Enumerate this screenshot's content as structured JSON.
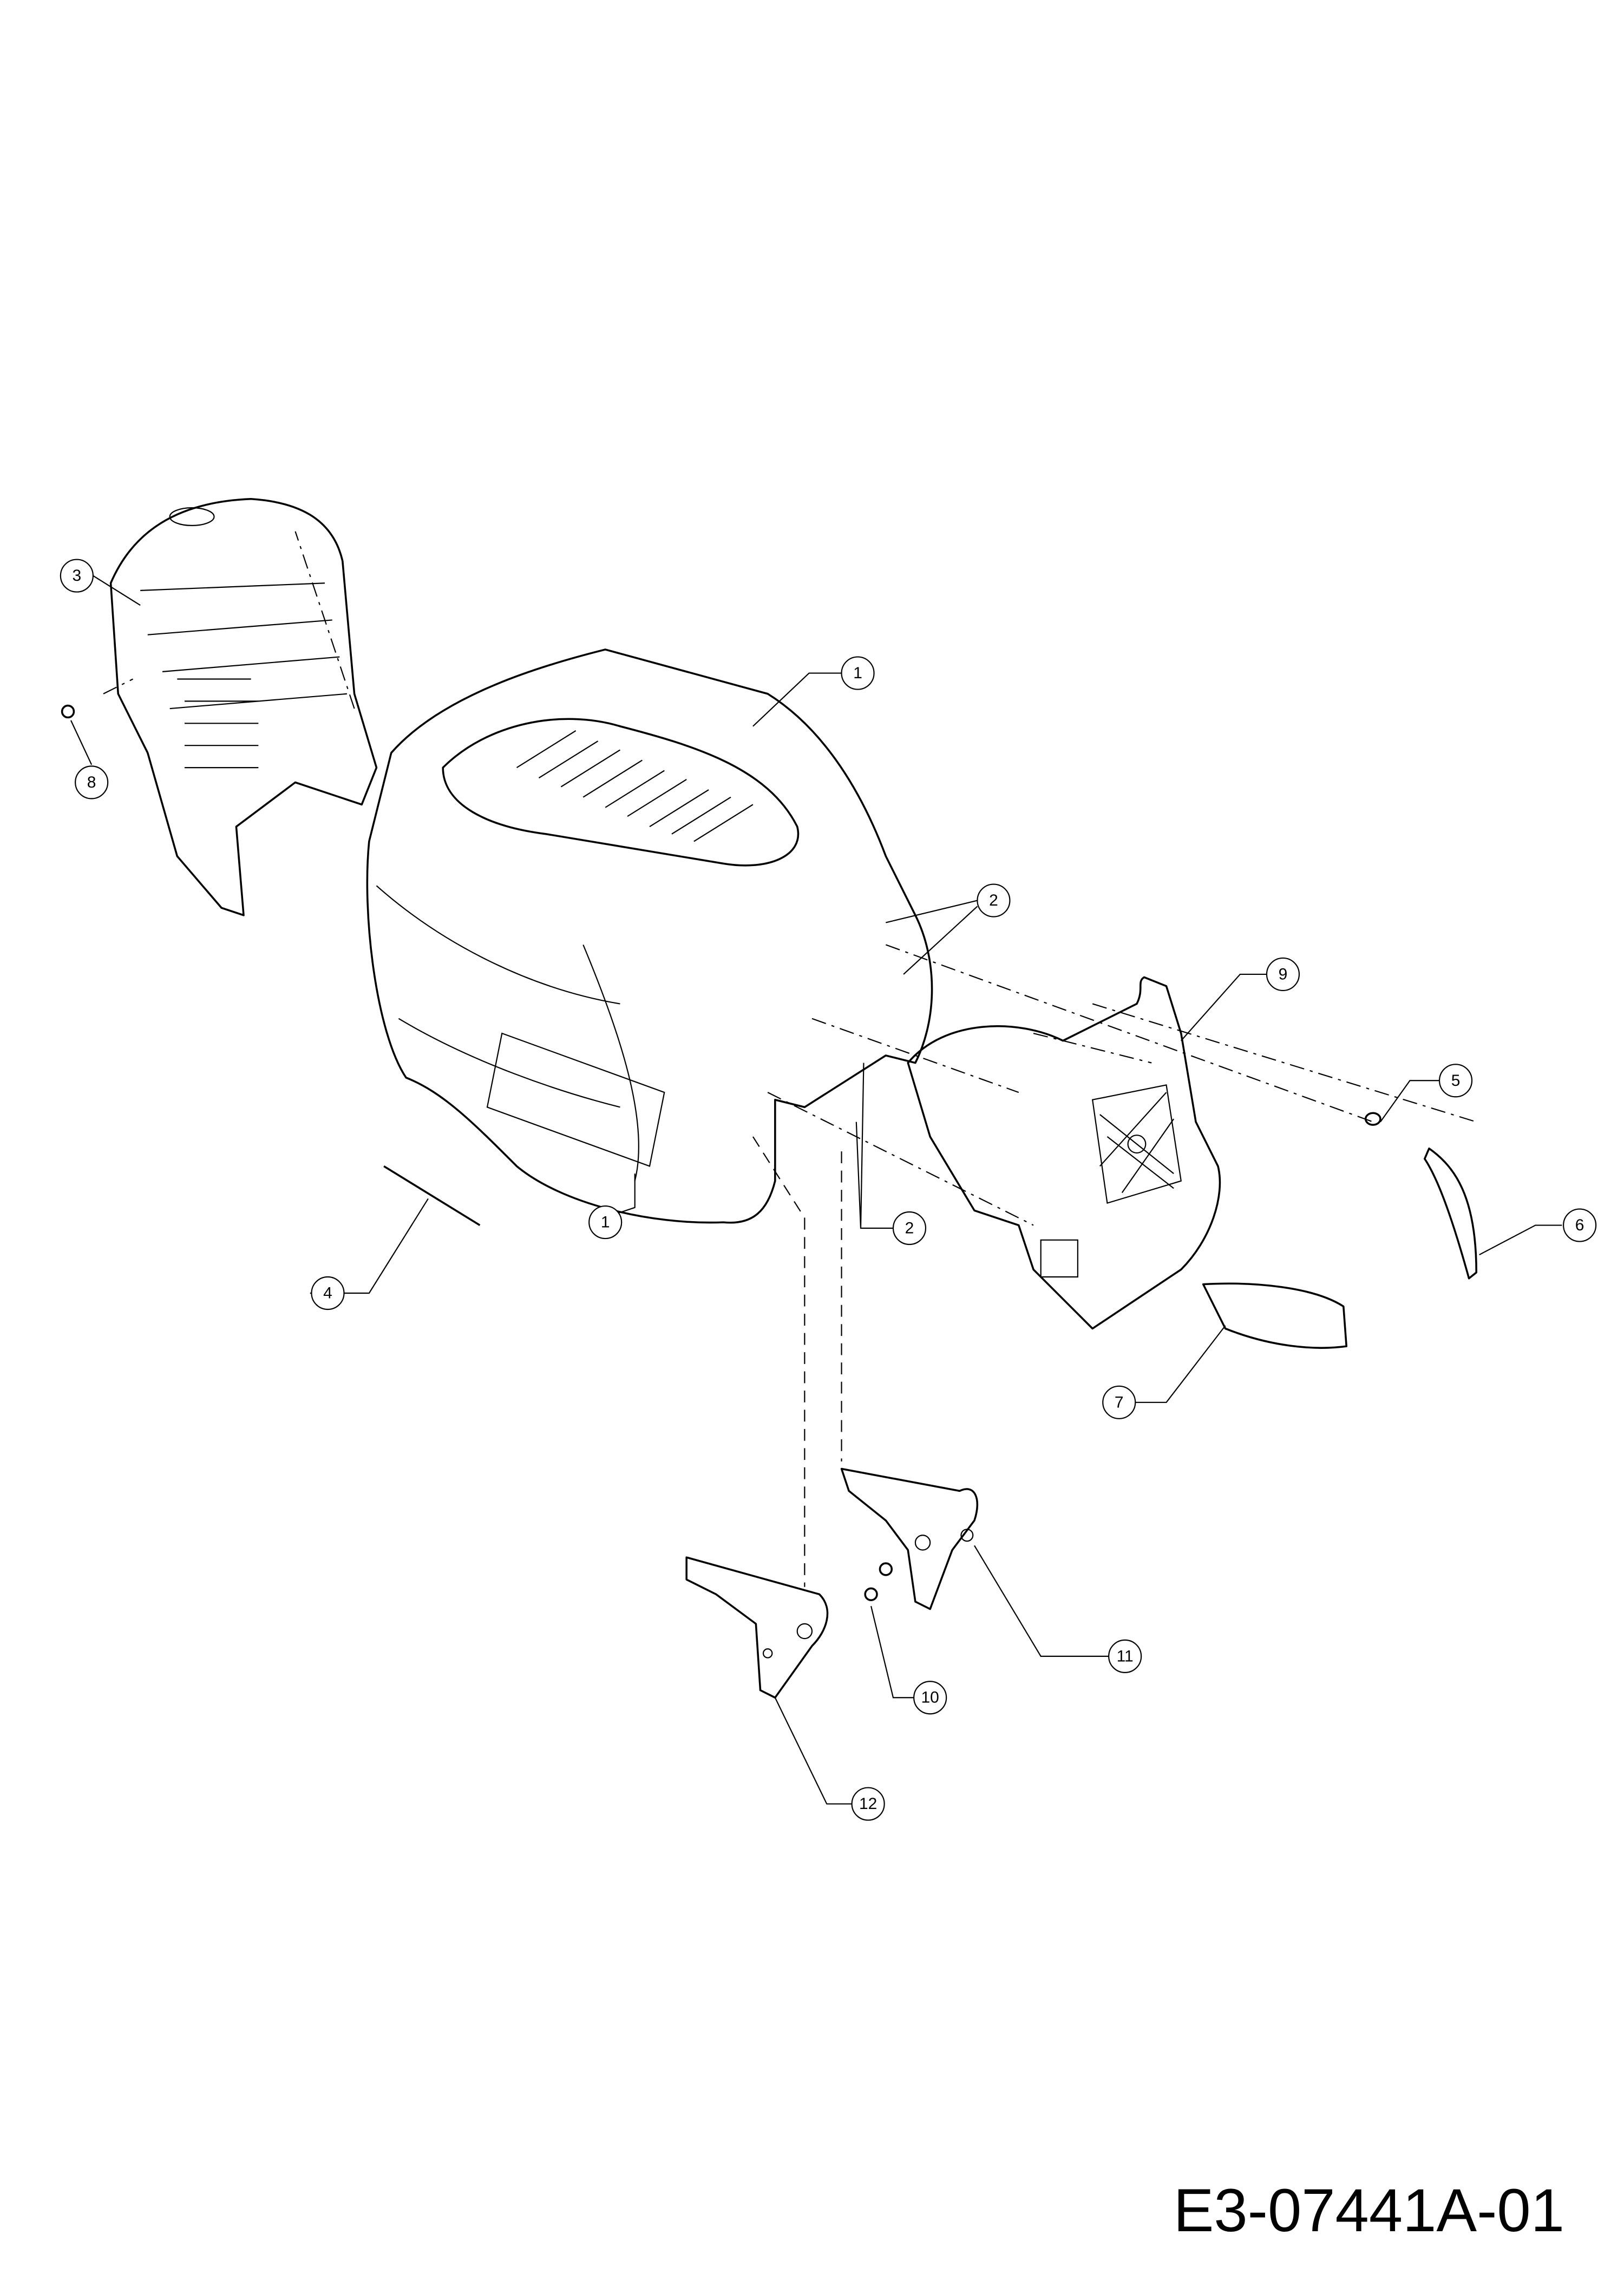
{
  "drawing_number": "E3-07441A-01",
  "callouts": {
    "c1a": "1",
    "c1b": "1",
    "c2a": "2",
    "c2b": "2",
    "c3": "3",
    "c4": "4",
    "c5": "5",
    "c6": "6",
    "c7": "7",
    "c8": "8",
    "c9": "9",
    "c10": "10",
    "c11": "11",
    "c12": "12"
  }
}
